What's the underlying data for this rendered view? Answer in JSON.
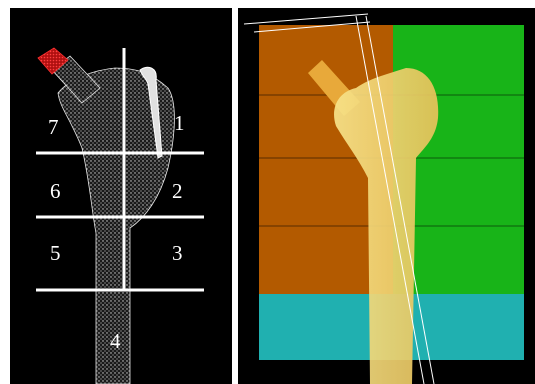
{
  "left_panel": {
    "zone_labels": [
      "1",
      "2",
      "3",
      "4",
      "5",
      "6",
      "7"
    ],
    "colors": {
      "background": "#000000",
      "bone_points": "#d9d9d9",
      "grid_lines": "#ffffff",
      "cut_tip": "#e02020",
      "labels": "#ffffff"
    }
  },
  "right_panel": {
    "colors": {
      "background": "#000000",
      "region_left": "#b35a00",
      "region_right": "#18b418",
      "region_bottom": "#20b0b0",
      "bone": "#f2d56a",
      "implant": "#e8a93a",
      "axis_lines": "#ffffff"
    }
  }
}
